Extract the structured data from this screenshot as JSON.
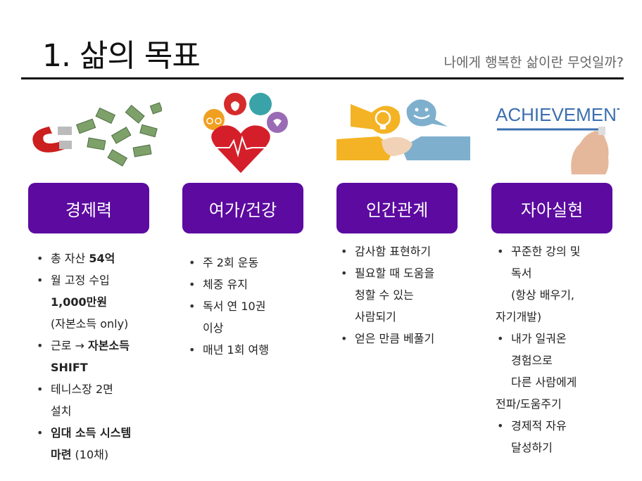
{
  "header": {
    "title": "1. 삶의 목표",
    "subtitle": "나에게 행복한 삶이란 무엇일까?"
  },
  "columns": [
    {
      "heading": "경제력",
      "image_icon": "magnet-money-icon",
      "bullets": [
        {
          "a": "총 자산 ",
          "b": "54억"
        },
        {
          "a": "월 고정 수입",
          "b2": "1,000만원",
          "c": "(자본소득 only)"
        },
        {
          "a": "근로 → ",
          "b": "자본소득",
          "b2": "SHIFT"
        },
        {
          "a": "테니스장 2면",
          "c": "설치"
        },
        {
          "b": "임대 소득 시스템",
          "b2": "마련",
          "c2": " (10채)"
        }
      ]
    },
    {
      "heading": "여가/건강",
      "image_icon": "heart-health-icon",
      "bullets": [
        {
          "a": "주 2회 운동"
        },
        {
          "a": "체중 유지"
        },
        {
          "a": "독서 연 10권",
          "c": "이상"
        },
        {
          "a": "매년 1회 여행"
        }
      ]
    },
    {
      "heading": "인간관계",
      "image_icon": "handshake-icon",
      "bullets": [
        {
          "a": "감사함 표현하기"
        },
        {
          "a": "필요할 때 도움을",
          "c": "청할 수 있는",
          "d": "사람되기"
        },
        {
          "a": "얻은 만큼 베풀기"
        }
      ]
    },
    {
      "heading": "자아실현",
      "image_icon": "achievement-hand-icon",
      "image_text": "ACHIEVEMENT",
      "bullets": [
        {
          "a": "꾸준한 강의 및",
          "c": "독서",
          "d": "(항상 배우기,",
          "e": "자기개발)"
        },
        {
          "a": "내가 일궈온",
          "c": "경험으로",
          "d": "다른 사람에게",
          "e": "전파/도움주기"
        },
        {
          "a": "경제적 자유",
          "c": "달성하기"
        }
      ]
    }
  ],
  "colors": {
    "accent": "#5c0aa0",
    "rule": "#111111"
  }
}
